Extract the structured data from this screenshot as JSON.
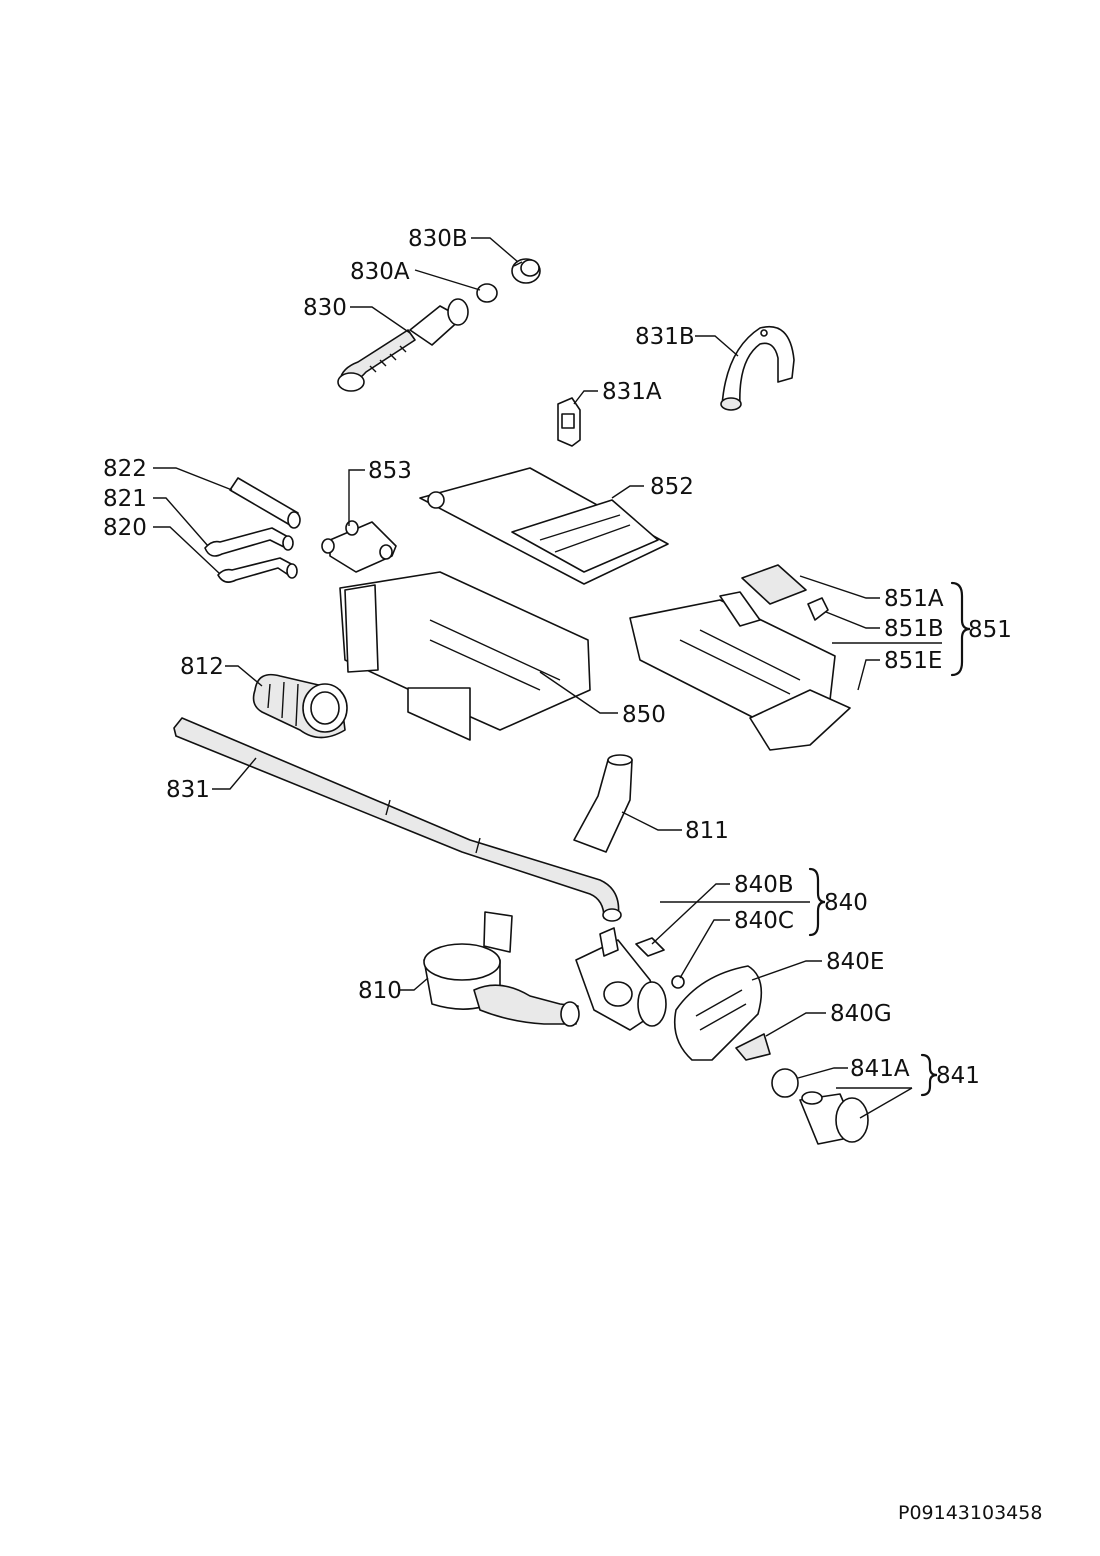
{
  "labels": {
    "l830B": "830B",
    "l830A": "830A",
    "l830": "830",
    "l831B": "831B",
    "l831A": "831A",
    "l822": "822",
    "l821": "821",
    "l820": "820",
    "l853": "853",
    "l852": "852",
    "l851A": "851A",
    "l851B": "851B",
    "l851": "851",
    "l851E": "851E",
    "l812": "812",
    "l850": "850",
    "l831": "831",
    "l811": "811",
    "l840B": "840B",
    "l840": "840",
    "l840C": "840C",
    "l840E": "840E",
    "l810": "810",
    "l840G": "840G",
    "l841A": "841A",
    "l841": "841"
  },
  "drawing_code": "P09143103458"
}
